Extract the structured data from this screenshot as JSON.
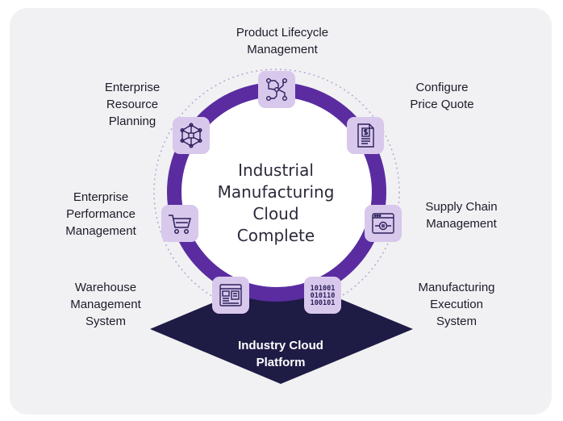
{
  "diagram": {
    "center": {
      "line1": "Industrial",
      "line2": "Manufacturing",
      "line3": "Cloud",
      "line4": "Complete"
    },
    "platform": {
      "line1": "Industry Cloud",
      "line2": "Platform"
    },
    "nodes": [
      {
        "id": "plm",
        "icon": "circuit-icon",
        "lines": [
          "Product Lifecycle",
          "Management"
        ]
      },
      {
        "id": "cpq",
        "icon": "invoice-dollar-icon",
        "lines": [
          "Configure",
          "Price Quote"
        ]
      },
      {
        "id": "scm",
        "icon": "browser-flow-icon",
        "lines": [
          "Supply Chain",
          "Management"
        ]
      },
      {
        "id": "mes",
        "icon": "binary-code-icon",
        "lines": [
          "Manufacturing",
          "Execution",
          "System"
        ]
      },
      {
        "id": "wms",
        "icon": "dashboard-window-icon",
        "lines": [
          "Warehouse",
          "Management",
          "System"
        ]
      },
      {
        "id": "epm",
        "icon": "shopping-cart-icon",
        "lines": [
          "Enterprise",
          "Performance",
          "Management"
        ]
      },
      {
        "id": "erp",
        "icon": "network-hexagon-icon",
        "lines": [
          "Enterprise",
          "Resource",
          "Planning"
        ]
      }
    ]
  },
  "colors": {
    "ring": "#5a2ca0",
    "platform": "#1e1b45",
    "node_bg": "#d8c8ec",
    "icon": "#2b1f5a"
  }
}
